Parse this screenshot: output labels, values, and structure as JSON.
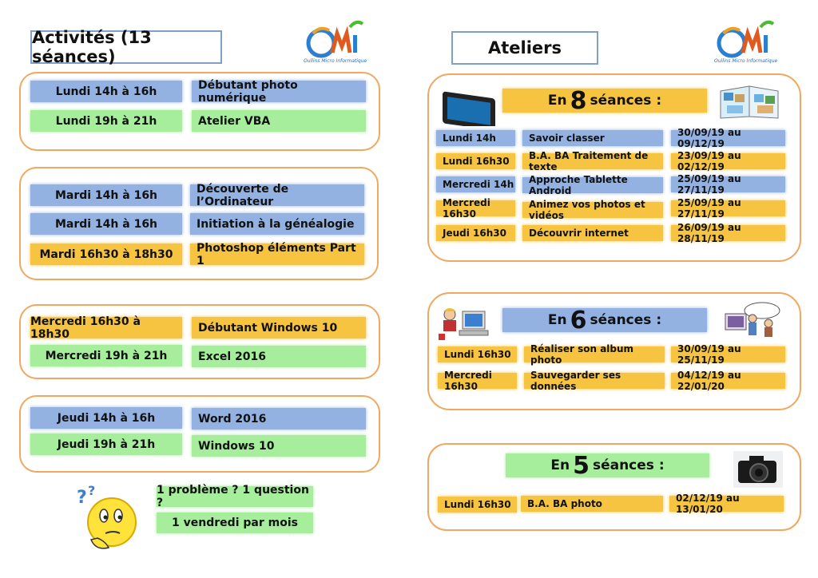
{
  "left": {
    "title": "Activités (13 séances)",
    "groups": [
      {
        "rows": [
          {
            "day": "Lundi 14h à 16h",
            "course": "Débutant photo numérique",
            "day_color": "blue",
            "course_color": "blue"
          },
          {
            "day": "Lundi 19h à 21h",
            "course": "Atelier VBA",
            "day_color": "green",
            "course_color": "green"
          }
        ]
      },
      {
        "rows": [
          {
            "day": "Mardi 14h à 16h",
            "course": "Découverte de l’Ordinateur",
            "day_color": "blue",
            "course_color": "blue"
          },
          {
            "day": "Mardi 14h à 16h",
            "course": "Initiation à la généalogie",
            "day_color": "blue",
            "course_color": "blue"
          },
          {
            "day": "Mardi 16h30 à 18h30",
            "course": "Photoshop éléments Part 1",
            "day_color": "orange",
            "course_color": "orange"
          }
        ]
      },
      {
        "rows": [
          {
            "day": "Mercredi 16h30 à 18h30",
            "course": "Débutant Windows 10",
            "day_color": "orange",
            "course_color": "orange"
          },
          {
            "day": "Mercredi 19h à 21h",
            "course": "Excel 2016",
            "day_color": "green",
            "course_color": "green"
          }
        ]
      },
      {
        "rows": [
          {
            "day": "Jeudi 14h à 16h",
            "course": "Word 2016",
            "day_color": "blue",
            "course_color": "blue"
          },
          {
            "day": "Jeudi 19h à 21h",
            "course": "Windows 10",
            "day_color": "green",
            "course_color": "green"
          }
        ]
      }
    ],
    "help": {
      "line1": "1 problème ? 1 question ?",
      "line2": "1 vendredi par mois"
    }
  },
  "right": {
    "title": "Ateliers",
    "sections": [
      {
        "prefix": "En",
        "number": "8",
        "suffix": "séances :",
        "banner_color": "orange",
        "rows": [
          {
            "day": "Lundi 14h",
            "course": "Savoir classer",
            "dates": "30/09/19 au 09/12/19",
            "color": "blue"
          },
          {
            "day": "Lundi 16h30",
            "course": "B.A. BA Traitement de texte",
            "dates": "23/09/19 au 02/12/19",
            "color": "orange"
          },
          {
            "day": "Mercredi 14h",
            "course": "Approche Tablette Android",
            "dates": "25/09/19 au 27/11/19",
            "color": "blue"
          },
          {
            "day": "Mercredi 16h30",
            "course": "Animez vos photos et vidéos",
            "dates": "25/09/19 au 27/11/19",
            "color": "orange"
          },
          {
            "day": "Jeudi 16h30",
            "course": "Découvrir internet",
            "dates": "26/09/19 au 28/11/19",
            "color": "orange"
          }
        ]
      },
      {
        "prefix": "En",
        "number": "6",
        "suffix": "séances :",
        "banner_color": "blue",
        "rows": [
          {
            "day": "Lundi 16h30",
            "course": "Réaliser son album photo",
            "dates": "30/09/19 au 25/11/19",
            "color": "orange"
          },
          {
            "day": "Mercredi 16h30",
            "course": "Sauvegarder ses données",
            "dates": "04/12/19 au 22/01/20",
            "color": "orange"
          }
        ]
      },
      {
        "prefix": "En",
        "number": "5",
        "suffix": "séances :",
        "banner_color": "green",
        "rows": [
          {
            "day": "Lundi 16h30",
            "course": "B.A. BA photo",
            "dates": "02/12/19 au 13/01/20",
            "color": "orange"
          }
        ]
      }
    ]
  },
  "logo": {
    "text": "Oullins Micro Informatique"
  }
}
